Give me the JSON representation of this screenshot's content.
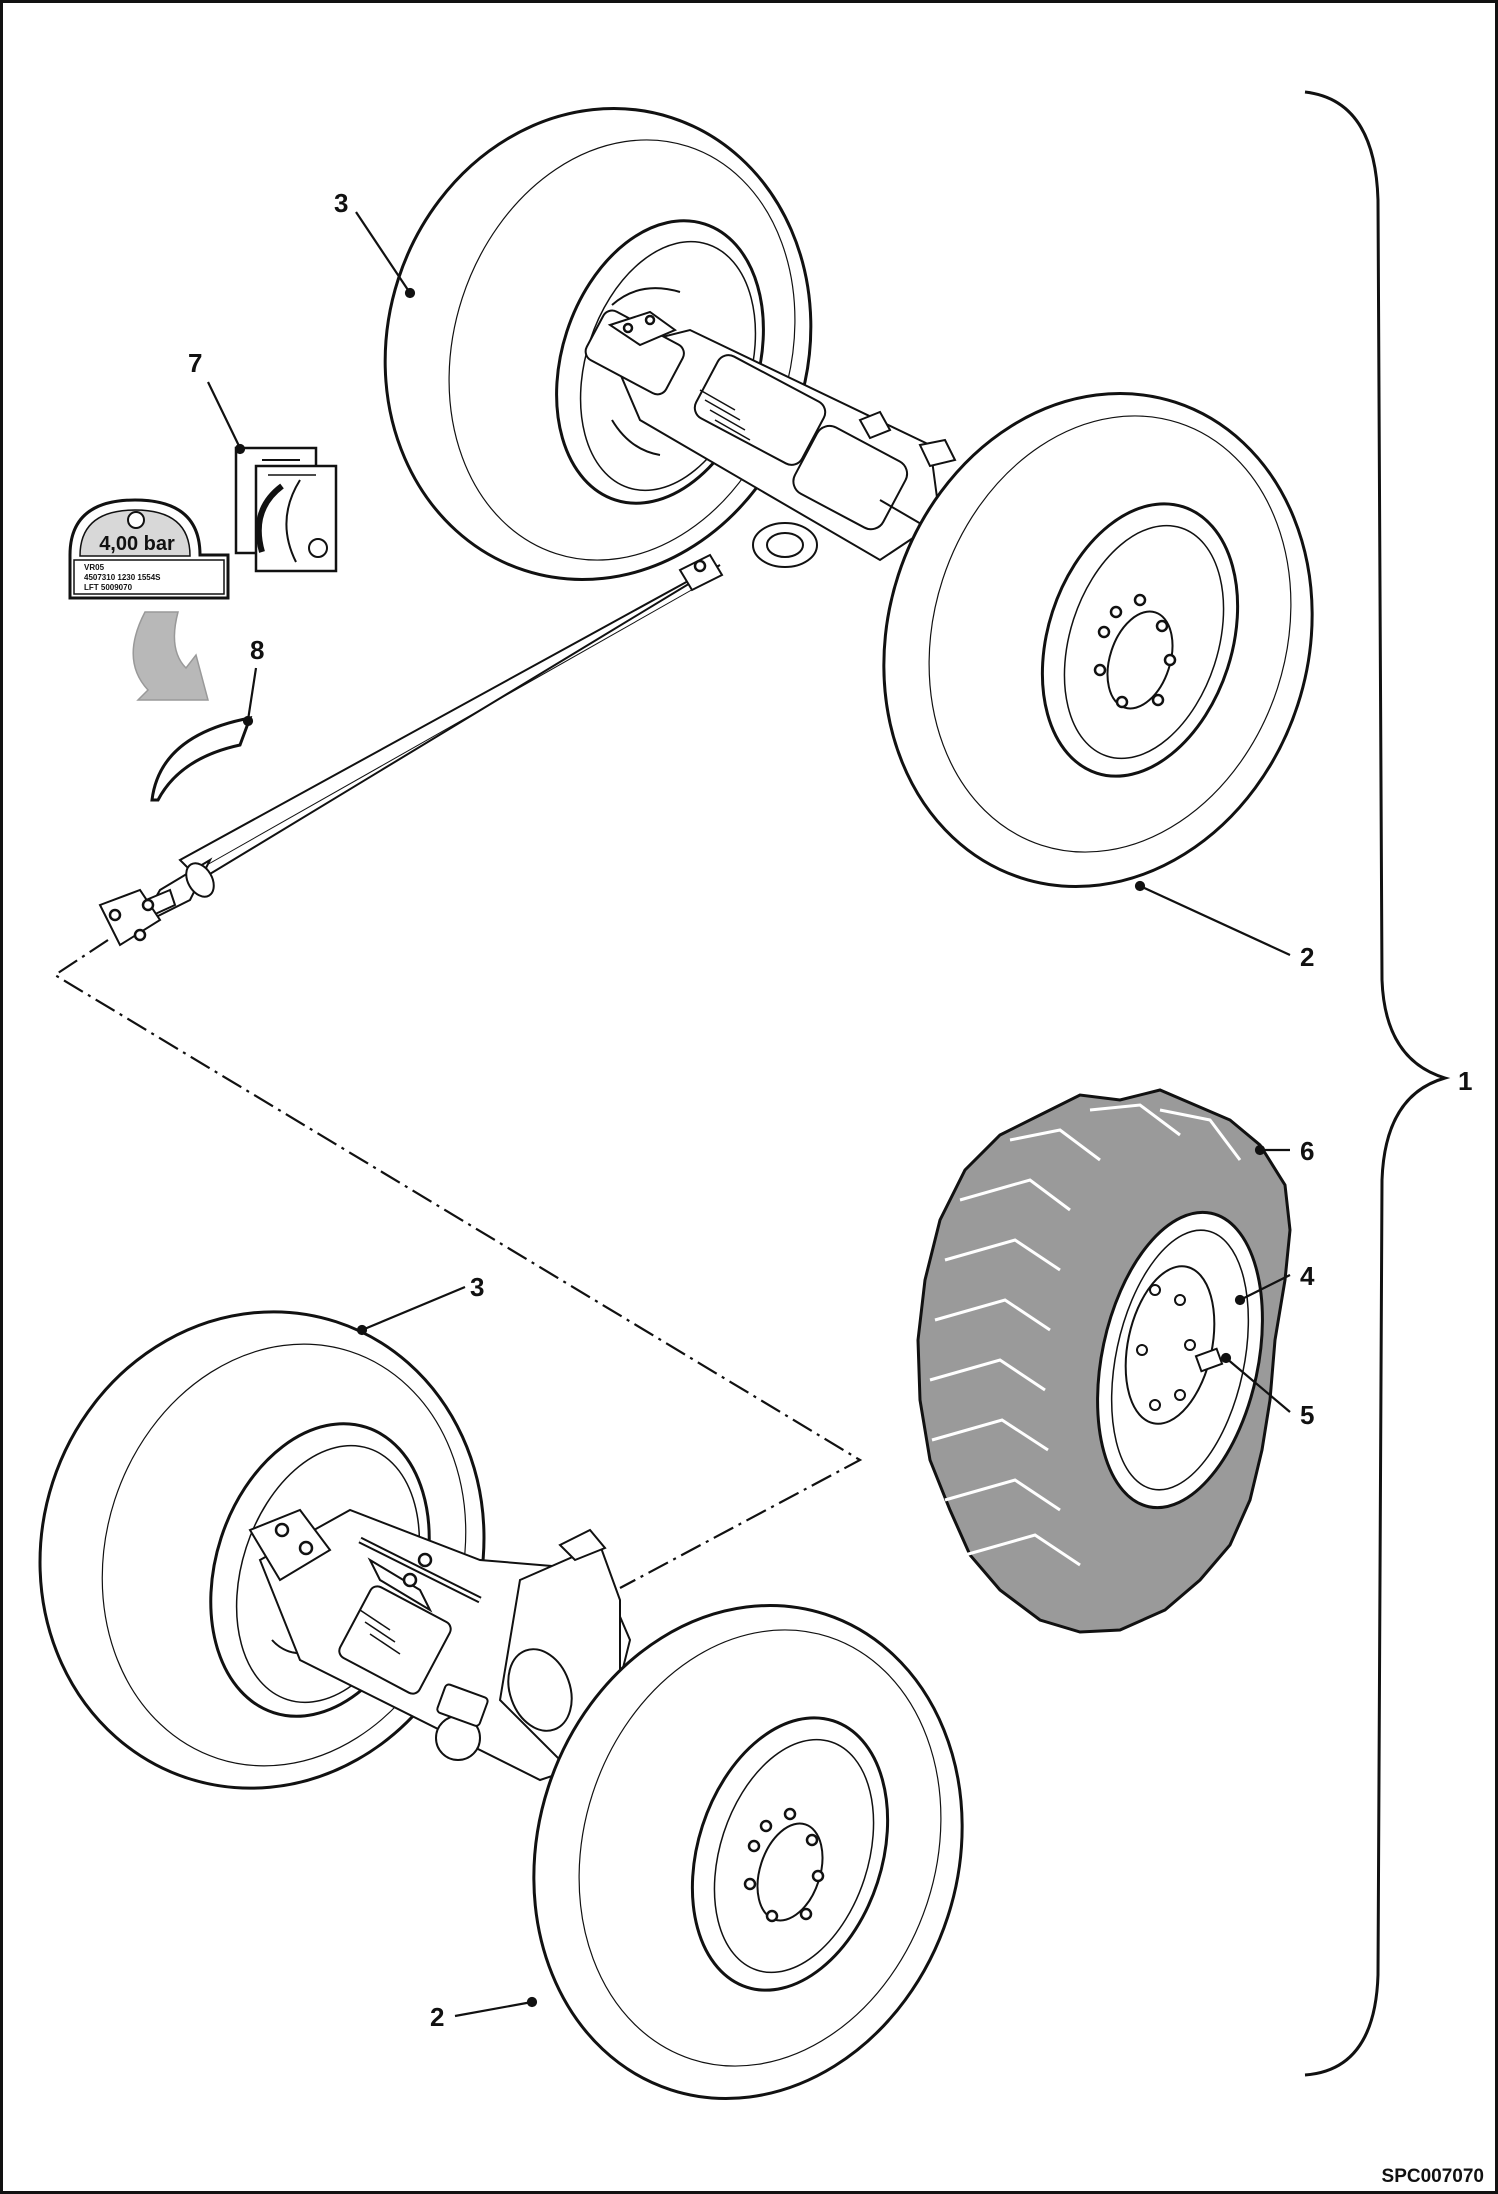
{
  "figure": {
    "id": "SPC007070"
  },
  "callouts": [
    "1",
    "2",
    "2",
    "3",
    "3",
    "4",
    "5",
    "6",
    "7",
    "8"
  ],
  "decal": {
    "pressure": "4,00 bar",
    "line1": "VR05",
    "line2": "4507310 1230 1554S",
    "line3": "LFT 5009070"
  },
  "colors": {
    "line": "#111111",
    "tire_fill": "#ffffff",
    "tread_fill": "#9a9a9a",
    "arrow_fill": "#b8b8b8"
  }
}
